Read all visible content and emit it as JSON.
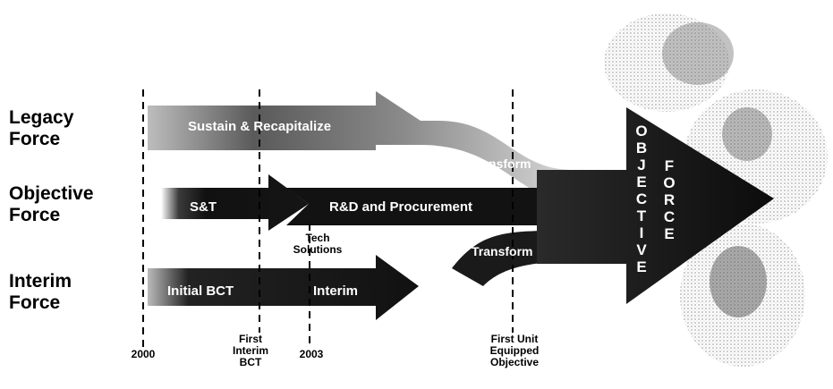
{
  "rows": {
    "legacy": "Legacy\nForce",
    "objective": "Objective\nForce",
    "interim": "Interim\nForce"
  },
  "arrows": {
    "sustain": "Sustain & Recapitalize",
    "transform_upper": "Transform",
    "st": "S&T",
    "rd": "R&D and Procurement",
    "tech_solutions": "Tech\nSolutions",
    "transform_lower": "Transform",
    "initial_bct": "Initial BCT",
    "interim": "Interim"
  },
  "objective_force": {
    "col1": [
      "O",
      "B",
      "J",
      "E",
      "C",
      "T",
      "I",
      "V",
      "E"
    ],
    "col2": [
      "F",
      "O",
      "R",
      "C",
      "E"
    ]
  },
  "milestones": {
    "year_2000": "2000",
    "first_interim_bct": "First\nInterim\nBCT",
    "year_2003": "2003",
    "first_unit": "First Unit\nEquipped\nObjective"
  },
  "colors": {
    "arrow_dark": "#111111",
    "arrow_light": "#d0d0d0",
    "text_on_arrow": "#ffffff"
  }
}
